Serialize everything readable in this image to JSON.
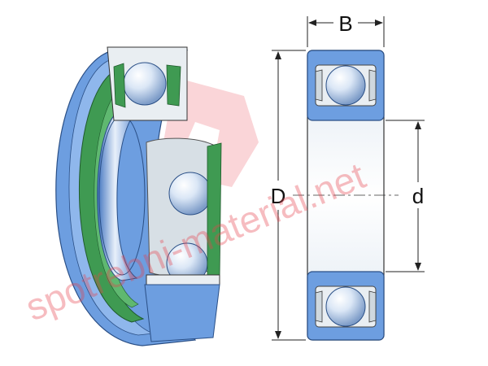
{
  "dimensions": {
    "width_label": "B",
    "outer_diameter_label": "D",
    "bore_diameter_label": "d"
  },
  "watermark": {
    "text": "spotrebni-material.net"
  },
  "colors": {
    "ring_blue": "#6d9ee0",
    "ring_dark": "#3b6fb8",
    "seal_green": "#3f9a52",
    "ball_light": "#e9f1fb",
    "cage_grey": "#cfd8de",
    "line": "#222222",
    "watermark": "#e7424c"
  },
  "icons": [
    "bearing-3d-cutaway-icon",
    "bearing-section-icon",
    "watermark-logo-icon"
  ]
}
